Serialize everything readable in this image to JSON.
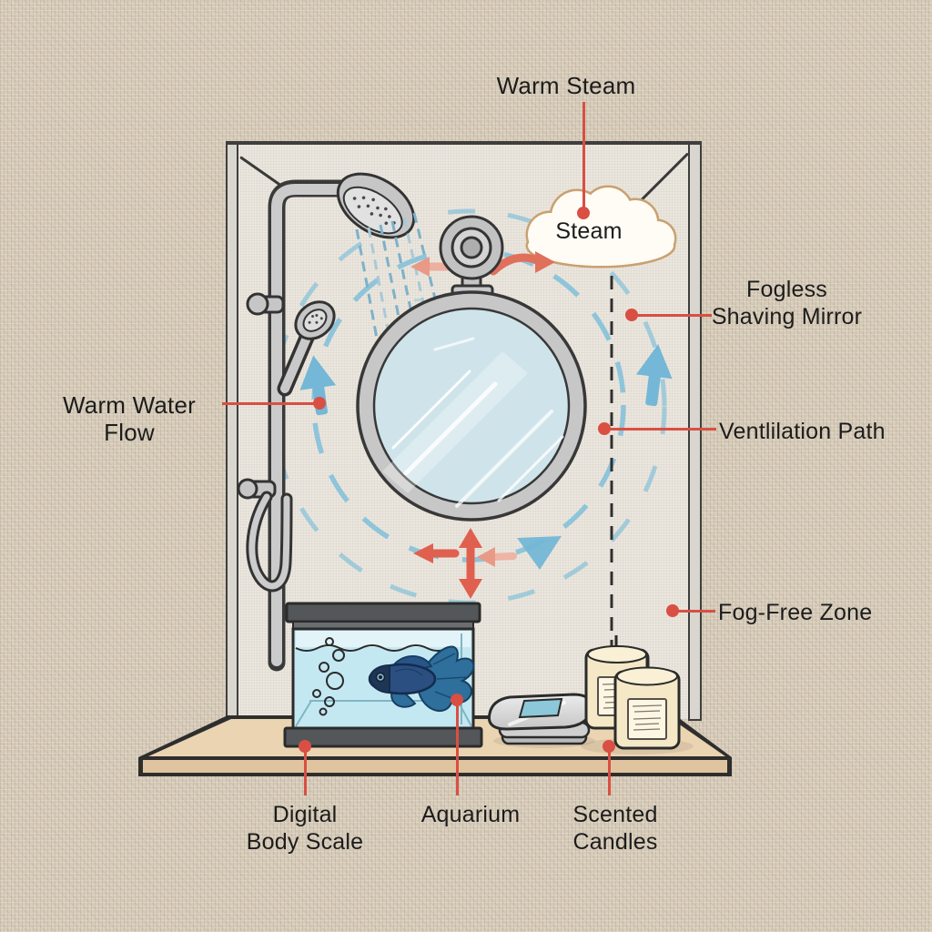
{
  "figure": {
    "type": "bathroom-steam-circulation-diagram"
  },
  "annotations": {
    "warm_steam": "Warm Steam",
    "steam": "Steam",
    "fogless_line1": "Fogless",
    "fogless_line2": "Shaving Mirror",
    "ventilation_path": "Ventlilation Path",
    "warm_water_flow": "Warm Water Flow",
    "fog_free_zone": "Fog-Free Zone",
    "digital_scale_line1": "Digital",
    "digital_scale_line2": "Body Scale",
    "aquarium": "Aquarium",
    "scented_candles_line1": "Scented",
    "scented_candles_line2": "Candles"
  },
  "colors": {
    "background": "#d7ccba",
    "wall": "#ece7de",
    "leader_red": "#d94f43",
    "steam_blue": "#85c1da",
    "warm_arrow": "#e0705c",
    "cloud_outline": "#c9a171",
    "mirror_glass": "#cfe4ea",
    "water": "#c4e8f2",
    "shelf": "#ead4b2",
    "candle": "#f4e8c7",
    "hardware_gray": "#c9c9c9"
  }
}
